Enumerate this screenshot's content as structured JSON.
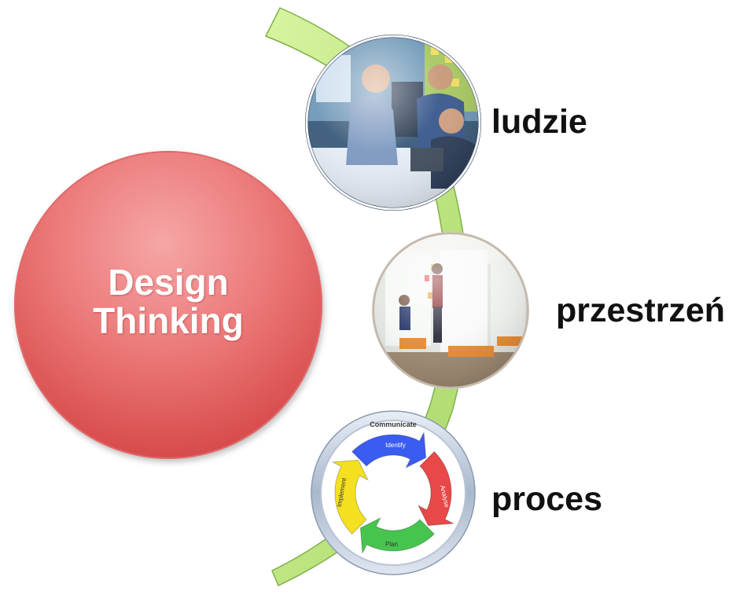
{
  "diagram": {
    "center": {
      "title_line1": "Design",
      "title_line2": "Thinking",
      "color": "#dc5858"
    },
    "arc_color": "#b8e07a",
    "items": [
      {
        "label": "ludzie",
        "icon": "people-photo"
      },
      {
        "label": "przestrzeń",
        "icon": "workspace-photo"
      },
      {
        "label": "proces",
        "icon": "process-cycle",
        "cycle": {
          "title": "Communicate",
          "steps": [
            "Identify",
            "Analyse",
            "Plan",
            "Implement"
          ],
          "colors": [
            "#3a5cf0",
            "#e84848",
            "#46c44e",
            "#f4e020"
          ]
        }
      }
    ]
  }
}
